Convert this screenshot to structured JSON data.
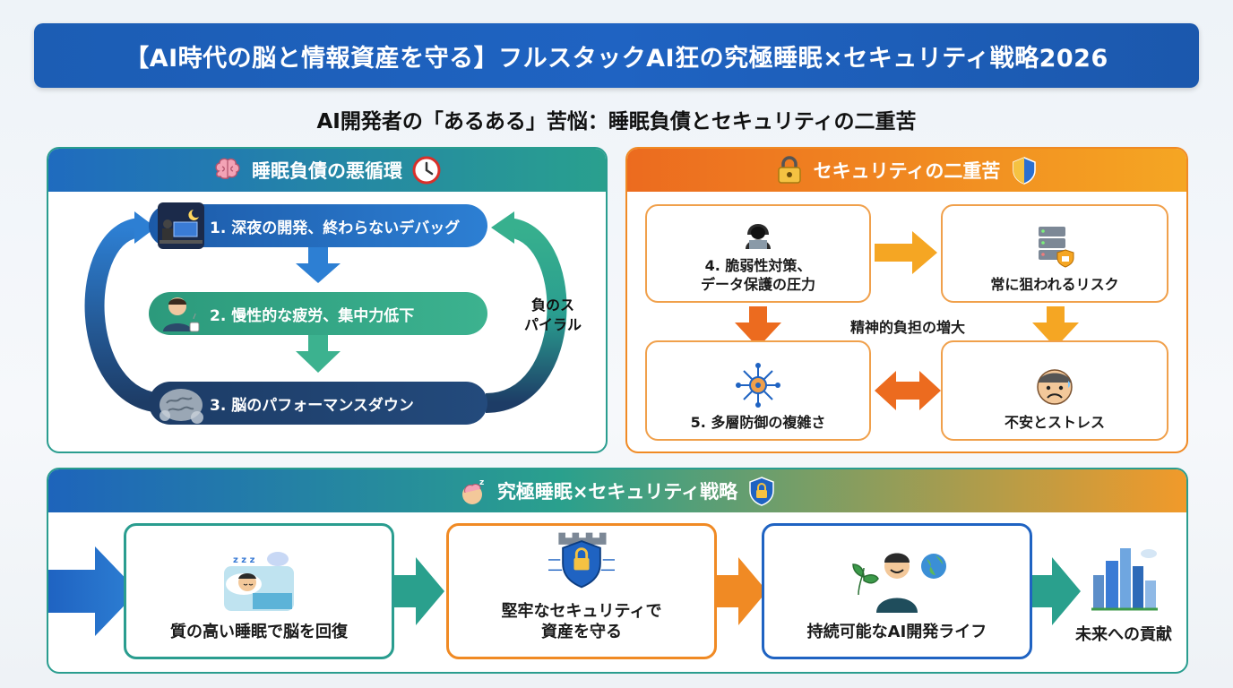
{
  "title": "【AI時代の脳と情報資産を守る】フルスタックAI狂の究極睡眠×セキュリティ戦略2026",
  "subtitle": "AI開発者の「あるある」苦悩：睡眠負債とセキュリティの二重苦",
  "left_panel": {
    "heading": "睡眠負債の悪循環",
    "steps": [
      "1. 深夜の開発、終わらないデバッグ",
      "2. 慢性的な疲労、集中力低下",
      "3. 脳のパフォーマンスダウン"
    ],
    "spiral_label_line1": "負のス",
    "spiral_label_line2": "パイラル",
    "colors": {
      "blue": "#1f6bbf",
      "teal": "#2a9d8f",
      "navy": "#1d3c66"
    }
  },
  "right_panel": {
    "heading": "セキュリティの二重苦",
    "box1_line1": "4. 脆弱性対策、",
    "box1_line2": "データ保護の圧力",
    "box2": "常に狙われるリスク",
    "box3": "5. 多層防御の複雑さ",
    "box4": "不安とストレス",
    "center_label": "精神的負担の増大",
    "colors": {
      "orange": "#f08a24",
      "dark_orange": "#ec6b1f"
    }
  },
  "bottom_panel": {
    "heading": "究極睡眠×セキュリティ戦略",
    "step1": "質の高い睡眠で脳を回復",
    "step2_line1": "堅牢なセキュリティで",
    "step2_line2": "資産を守る",
    "step3": "持続可能なAI開発ライフ",
    "step4": "未来への貢献"
  },
  "icons": [
    "brain-icon",
    "clock-icon",
    "padlock-icon",
    "shield-icon",
    "hacker-icon",
    "server-icon",
    "network-icon",
    "worried-face-icon",
    "sleeping-person-icon",
    "fortress-shield-icon",
    "developer-icon",
    "city-icon"
  ]
}
